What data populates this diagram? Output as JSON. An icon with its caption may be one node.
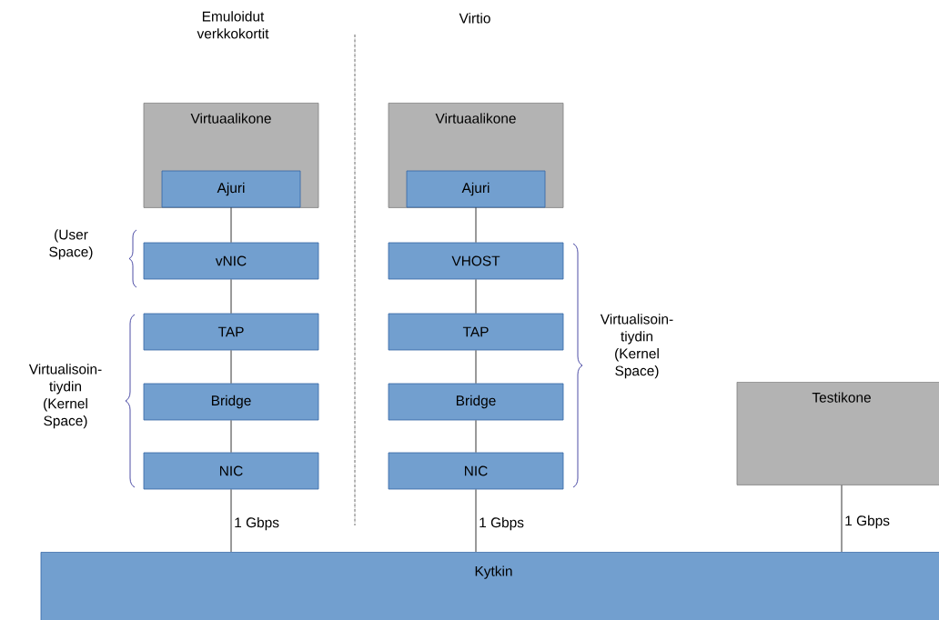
{
  "diagram": {
    "nodes": [
      {
        "text": [
          "Virtuaalikone"
        ]
      },
      {
        "text": [
          "Ajuri"
        ],
        "in": 0
      },
      {
        "text": [
          "vNIC"
        ]
      },
      {
        "text": [
          "TAP"
        ]
      },
      {
        "text": [
          "Bridge"
        ]
      },
      {
        "text": [
          "NIC"
        ]
      },
      {
        "text": [
          "Virtuaalikone"
        ]
      },
      {
        "text": [
          "Ajuri"
        ],
        "in": 6
      },
      {
        "text": [
          "VHOST"
        ]
      },
      {
        "text": [
          "TAP"
        ]
      },
      {
        "text": [
          "Bridge"
        ]
      },
      {
        "text": [
          "NIC"
        ]
      },
      {
        "text": [
          "Testikone"
        ]
      },
      {
        "text": [
          "Kytkin"
        ]
      }
    ],
    "edges": [
      {
        "from": 1,
        "to": 2,
        "arrow": "none"
      },
      {
        "from": 2,
        "to": 3,
        "arrow": "none"
      },
      {
        "from": 3,
        "to": 4,
        "arrow": "none"
      },
      {
        "from": 4,
        "to": 5,
        "arrow": "none"
      },
      {
        "from": 5,
        "to": 13,
        "arrow": "none",
        "label": "1 Gbps"
      },
      {
        "from": 7,
        "to": 8,
        "arrow": "none"
      },
      {
        "from": 8,
        "to": 9,
        "arrow": "none"
      },
      {
        "from": 9,
        "to": 10,
        "arrow": "none"
      },
      {
        "from": 10,
        "to": 11,
        "arrow": "none"
      },
      {
        "from": 11,
        "to": 13,
        "arrow": "none",
        "label": "1 Gbps"
      },
      {
        "from": 12,
        "to": 13,
        "arrow": "none",
        "label": "1 Gbps"
      }
    ],
    "labels": [
      "Emuloidut verkkokortit",
      "Virtio",
      "(User Space)",
      "Virtualisoin-tiydin (Kernel Space)",
      "Virtualisoin-tiydin (Kernel Space)"
    ]
  }
}
